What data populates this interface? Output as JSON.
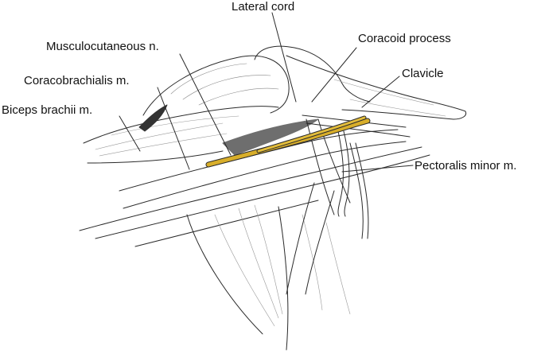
{
  "figure": {
    "labels": {
      "lateral_cord": "Lateral cord",
      "coracoid_process": "Coracoid process",
      "musculocutaneous_n": "Musculocutaneous n.",
      "clavicle": "Clavicle",
      "coracobrachialis_m": "Coracobrachialis m.",
      "biceps_brachii_m": "Biceps brachii m.",
      "pectoralis_minor_m": "Pectoralis minor m."
    },
    "colors": {
      "nerve": "#d8ae2a",
      "line_art": "#2a2a2a",
      "shadow": "#555555",
      "background": "#ffffff"
    }
  }
}
